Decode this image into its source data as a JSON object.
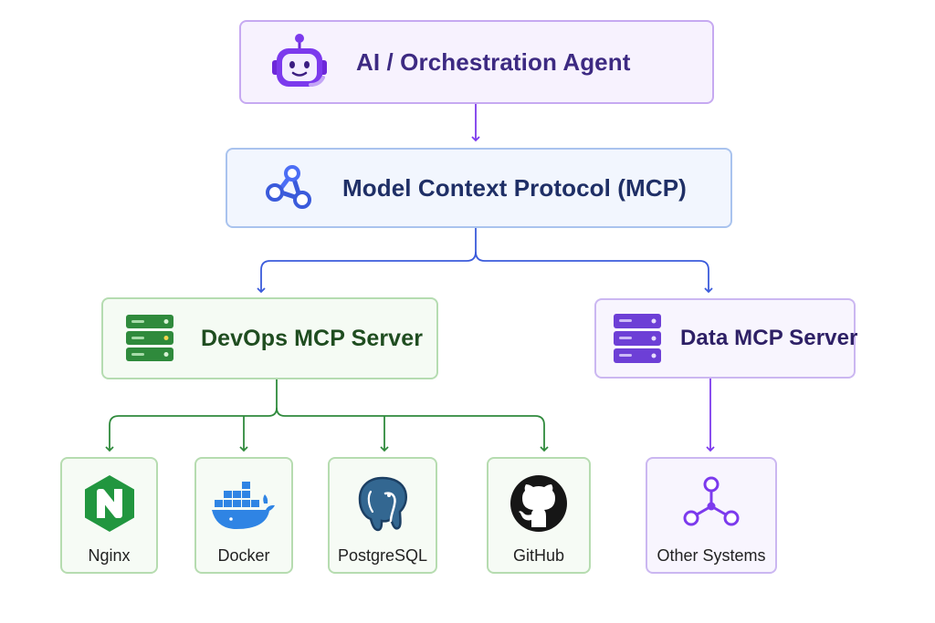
{
  "nodes": {
    "agent": {
      "label": "AI / Orchestration Agent",
      "icon": "robot-icon"
    },
    "protocol": {
      "label": "Model Context Protocol (MCP)",
      "icon": "share-nodes-icon"
    },
    "devops_server": {
      "label": "DevOps MCP Server",
      "icon": "server-stack-icon"
    },
    "data_server": {
      "label": "Data MCP Server",
      "icon": "server-stack-icon"
    }
  },
  "tools": [
    {
      "label": "Nginx",
      "icon": "nginx-icon"
    },
    {
      "label": "Docker",
      "icon": "docker-icon"
    },
    {
      "label": "PostgreSQL",
      "icon": "postgresql-icon"
    },
    {
      "label": "GitHub",
      "icon": "github-icon"
    }
  ],
  "data_targets": [
    {
      "label": "Other Systems",
      "icon": "network-nodes-icon"
    }
  ],
  "colors": {
    "agent_accent": "#7c3aed",
    "protocol_accent": "#3b5bdb",
    "devops_accent": "#2f8a3c",
    "data_accent": "#6d3fd6"
  },
  "edges": [
    [
      "agent",
      "protocol"
    ],
    [
      "protocol",
      "devops_server"
    ],
    [
      "protocol",
      "data_server"
    ],
    [
      "devops_server",
      "Nginx"
    ],
    [
      "devops_server",
      "Docker"
    ],
    [
      "devops_server",
      "PostgreSQL"
    ],
    [
      "devops_server",
      "GitHub"
    ],
    [
      "data_server",
      "Other Systems"
    ]
  ]
}
